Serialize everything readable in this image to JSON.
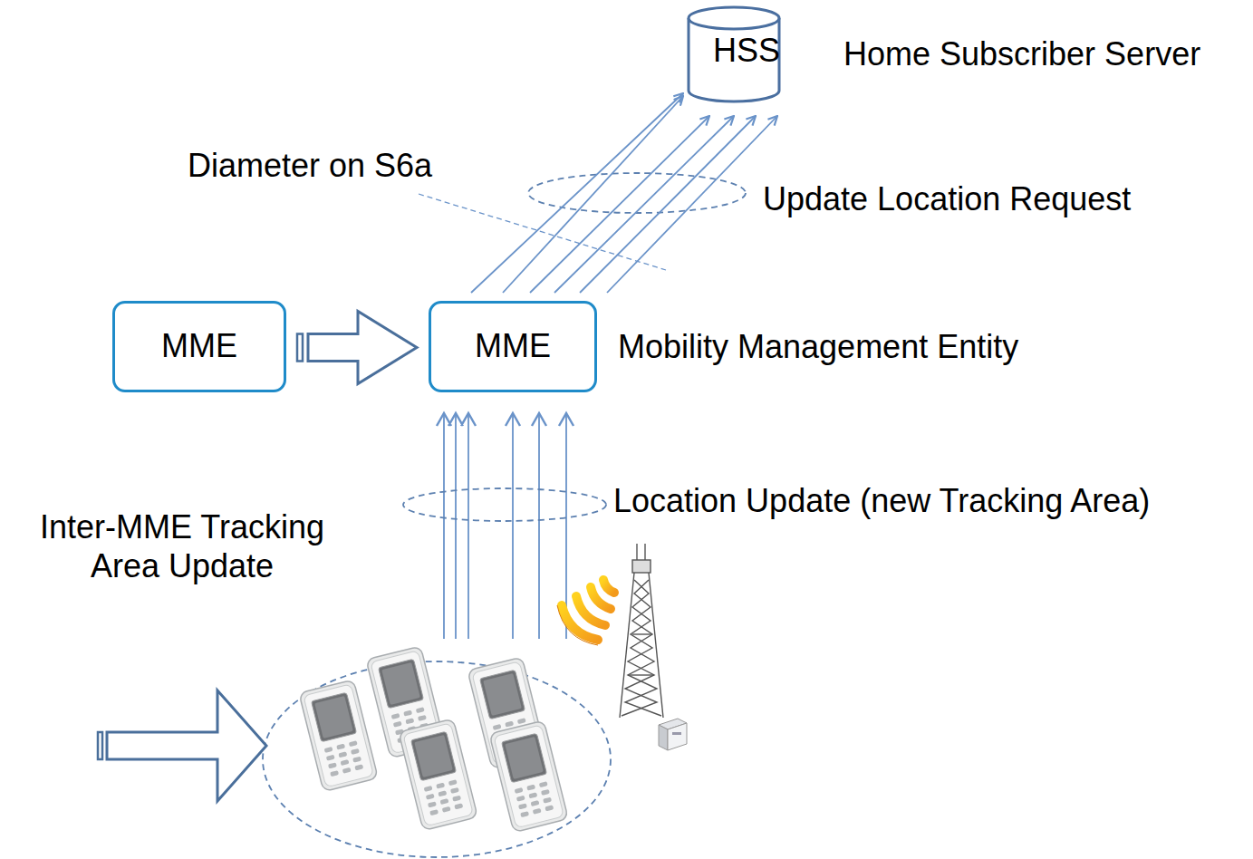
{
  "diagram": {
    "nodes": [
      {
        "text": [
          "HSS",
          "Home Subscriber Server"
        ]
      },
      {
        "text": [
          "MME"
        ]
      },
      {
        "text": [
          "MME",
          "Mobility Management Entity"
        ]
      }
    ],
    "edges": [
      {
        "from": 1,
        "to": 2,
        "arrow": "to"
      },
      {
        "from": 2,
        "to": 0,
        "arrow": "to"
      },
      {
        "from": 2,
        "to": 0,
        "arrow": "to"
      },
      {
        "from": 2,
        "to": 0,
        "arrow": "to"
      },
      {
        "from": 2,
        "to": 0,
        "arrow": "to"
      },
      {
        "from": 2,
        "to": 0,
        "arrow": "to"
      },
      {
        "from": 2,
        "to": 0,
        "arrow": "to"
      }
    ],
    "labels": [
      "Diameter on S6a",
      "Update Location Request",
      "Location Update (new Tracking Area)",
      "Inter-MME Tracking Area Update"
    ]
  }
}
